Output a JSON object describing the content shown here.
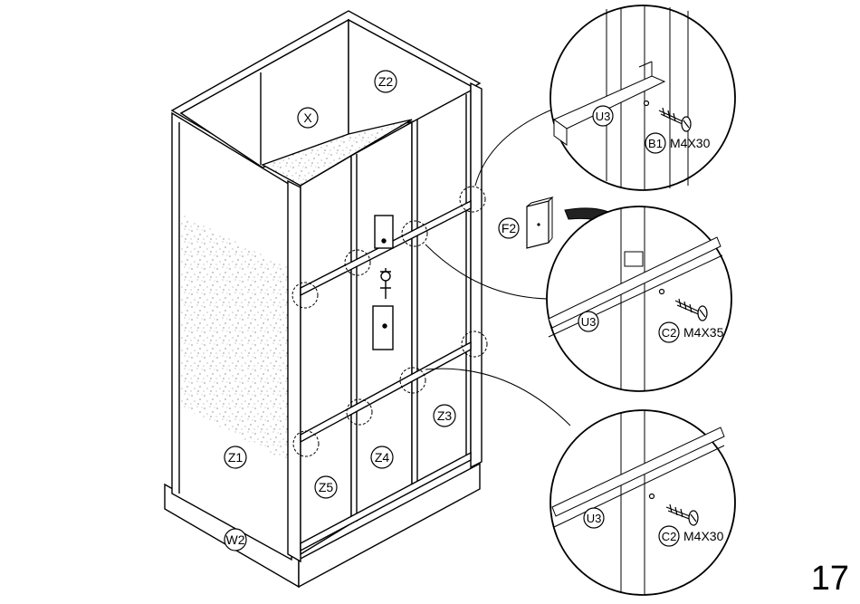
{
  "page_number": "17",
  "parts": {
    "x": "X",
    "z1": "Z1",
    "z2": "Z2",
    "z3": "Z3",
    "z4": "Z4",
    "z5": "Z5",
    "w2": "W2",
    "f2": "F2"
  },
  "details": [
    {
      "rail": "U3",
      "screw": "B1",
      "size": "M4X30"
    },
    {
      "rail": "U3",
      "screw": "C2",
      "size": "M4X35"
    },
    {
      "rail": "U3",
      "screw": "C2",
      "size": "M4X30"
    }
  ]
}
